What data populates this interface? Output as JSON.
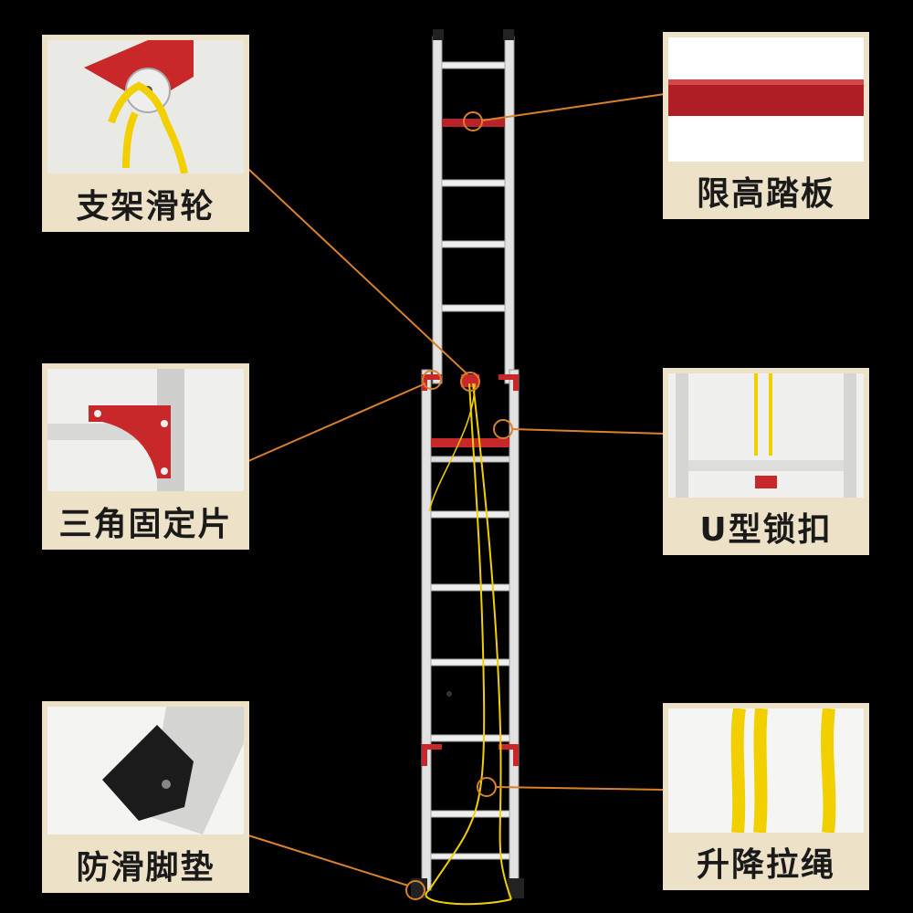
{
  "callouts": {
    "pulley": "支架滑轮",
    "height_limit": "限高踏板",
    "triangle_plate": "三角固定片",
    "u_lock": "U型锁扣",
    "foot_pad": "防滑脚垫",
    "rope": "升降拉绳"
  },
  "colors": {
    "background": "#000000",
    "label_bg": "#ede1c8",
    "leader_line": "#d9822b",
    "ladder_aluminum": "#dcdcdc",
    "fitting_red": "#c8282a",
    "rope_yellow": "#f2d000"
  }
}
